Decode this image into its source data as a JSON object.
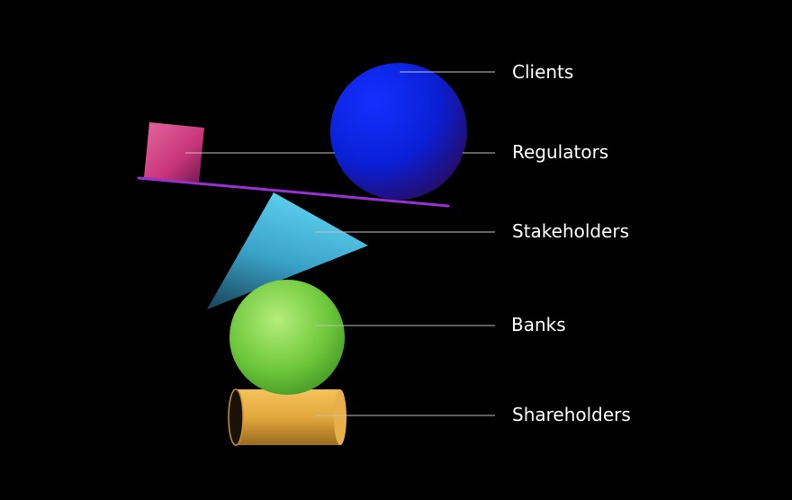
{
  "background_color": "#000000",
  "leader_line_color": "#bfbfbf",
  "labels": {
    "clients": "Clients",
    "regulators": "Regulators",
    "stakeholders": "Stakeholders",
    "banks": "Banks",
    "shareholders": "Shareholders"
  },
  "shapes": {
    "blue_sphere": {
      "label": "Clients",
      "color": "#0a1fd6"
    },
    "pink_cube": {
      "label": "Regulators",
      "color": "#c8357a"
    },
    "balance_plank": {
      "color": "#9b2fd6"
    },
    "cyan_pyramid": {
      "label": "Stakeholders",
      "color": "#3fb2d9"
    },
    "green_sphere": {
      "label": "Banks",
      "color": "#6cc63a"
    },
    "gold_cylinder": {
      "label": "Shareholders",
      "color": "#e2a83c"
    }
  }
}
